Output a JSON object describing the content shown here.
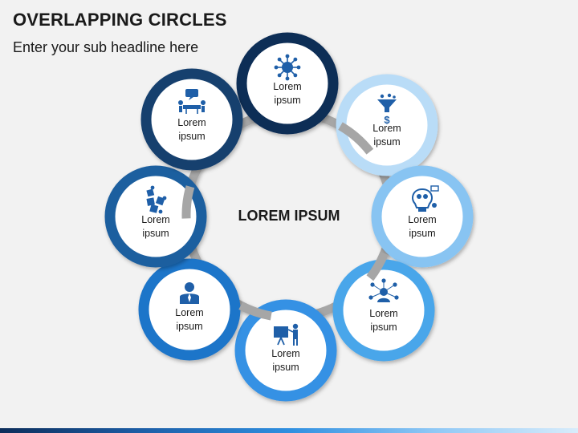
{
  "header": {
    "title": "OVERLAPPING CIRCLES",
    "subtitle": "Enter your sub headline here"
  },
  "center": {
    "label": "LOREM IPSUM"
  },
  "nodes": [
    {
      "line1": "Lorem",
      "line2": "ipsum",
      "icon": "virus-network-icon",
      "color": "#0f2d57"
    },
    {
      "line1": "Lorem",
      "line2": "ipsum",
      "icon": "funnel-dollar-icon",
      "color": "#b9dcf7"
    },
    {
      "line1": "Lorem",
      "line2": "ipsum",
      "icon": "brain-bulb-icon",
      "color": "#88c4f2"
    },
    {
      "line1": "Lorem",
      "line2": "ipsum",
      "icon": "user-network-icon",
      "color": "#4aa6ea"
    },
    {
      "line1": "Lorem",
      "line2": "ipsum",
      "icon": "presentation-board-icon",
      "color": "#3491e4"
    },
    {
      "line1": "Lorem",
      "line2": "ipsum",
      "icon": "businessman-icon",
      "color": "#1f74c9"
    },
    {
      "line1": "Lorem",
      "line2": "ipsum",
      "icon": "puzzle-pieces-icon",
      "color": "#1d5e9f"
    },
    {
      "line1": "Lorem",
      "line2": "ipsum",
      "icon": "meeting-chat-icon",
      "color": "#173f6e"
    }
  ],
  "colors": {
    "ring": "#a6a6a6",
    "icon": "#1f5fa8",
    "background": "#f2f2f2"
  }
}
